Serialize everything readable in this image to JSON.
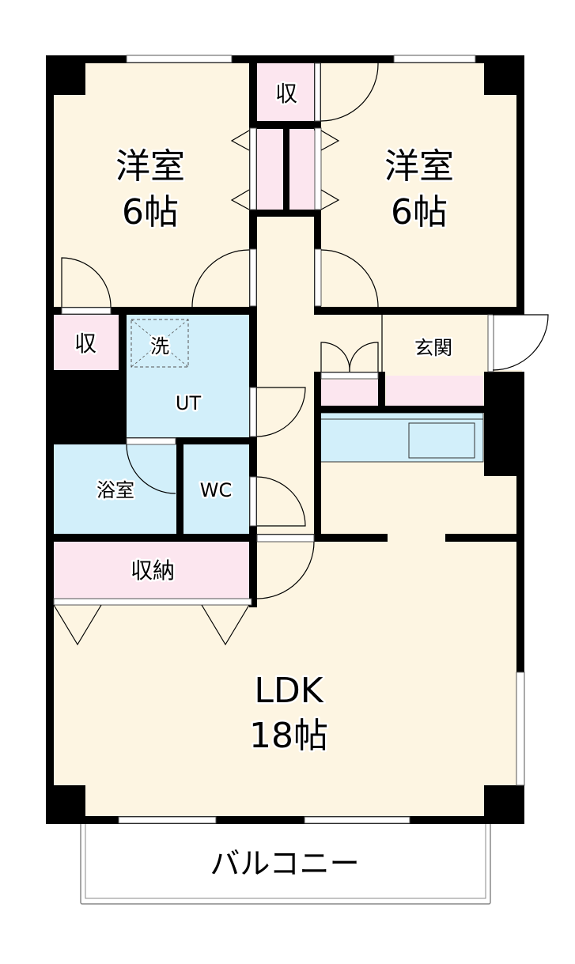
{
  "floorplan": {
    "colors": {
      "floor": "#fdf5e2",
      "storage": "#fce6ef",
      "wet": "#d2effa",
      "wall": "#000000",
      "window": "#ffffff"
    },
    "rooms": {
      "western_room_left": {
        "name": "洋室",
        "size": "6帖"
      },
      "western_room_right": {
        "name": "洋室",
        "size": "6帖"
      },
      "closet_top": {
        "name": "収"
      },
      "closet_left": {
        "name": "収"
      },
      "laundry": {
        "name": "洗"
      },
      "utility": {
        "name": "UT"
      },
      "bathroom": {
        "name": "浴室"
      },
      "toilet": {
        "name": "WC"
      },
      "storage": {
        "name": "収納"
      },
      "entrance": {
        "name": "玄関"
      },
      "ldk": {
        "name": "LDK",
        "size": "18帖"
      },
      "balcony": {
        "name": "バルコニー"
      }
    }
  }
}
